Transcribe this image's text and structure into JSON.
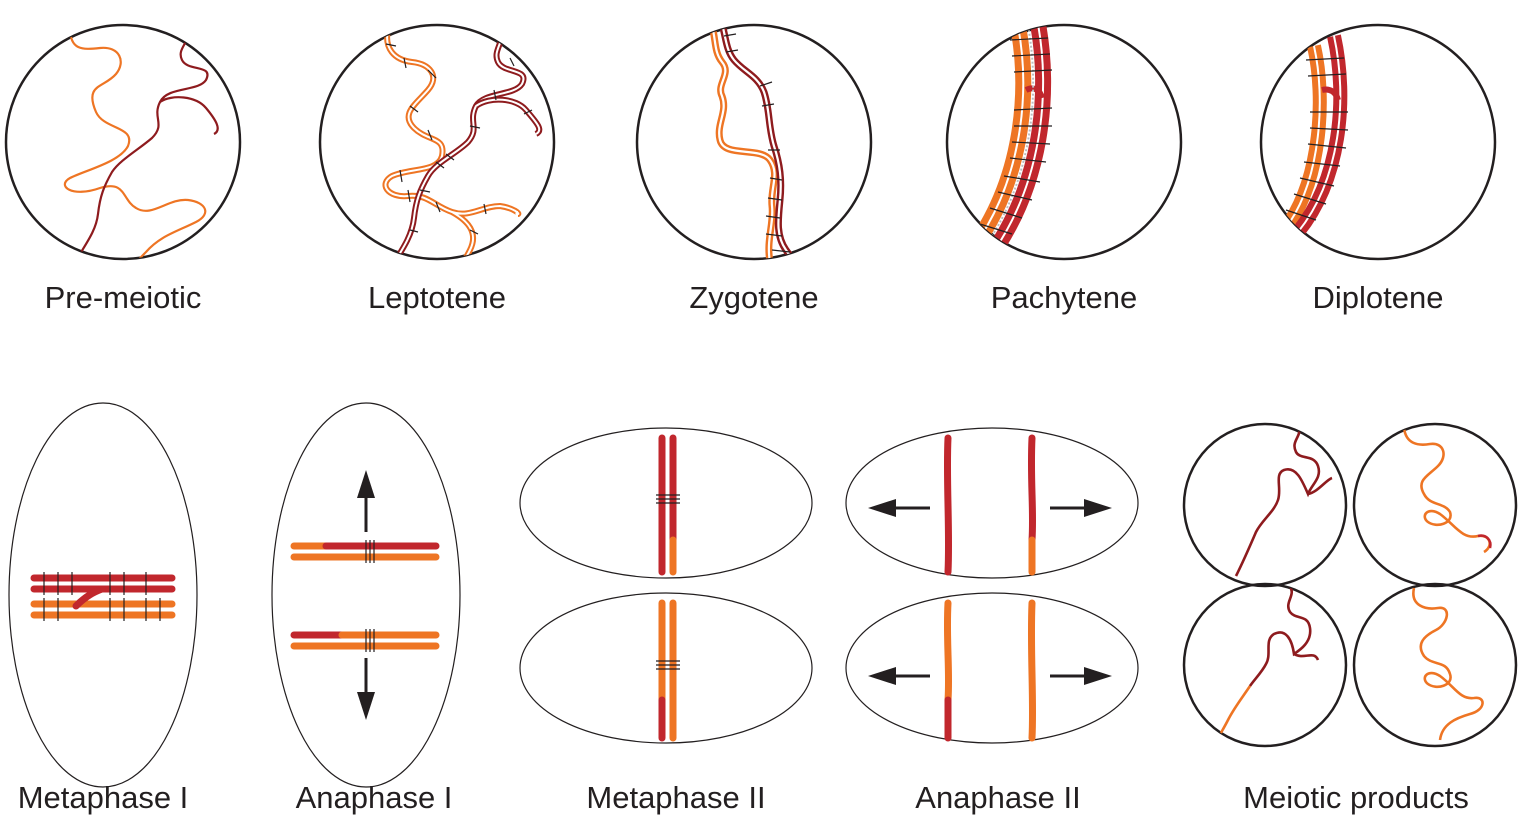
{
  "labels": {
    "pre_meiotic": "Pre-meiotic",
    "leptotene": "Leptotene",
    "zygotene": "Zygotene",
    "pachytene": "Pachytene",
    "diplotene": "Diplotene",
    "metaphase_1": "Metaphase I",
    "anaphase_1": "Anaphase I",
    "metaphase_2": "Metaphase II",
    "anaphase_2": "Anaphase II",
    "meiotic_products": "Meiotic products"
  },
  "colors": {
    "maternal": "#ee7524",
    "paternal": "#8e1b1e",
    "paternal_condensed": "#c1272d",
    "outline": "#231f20"
  }
}
